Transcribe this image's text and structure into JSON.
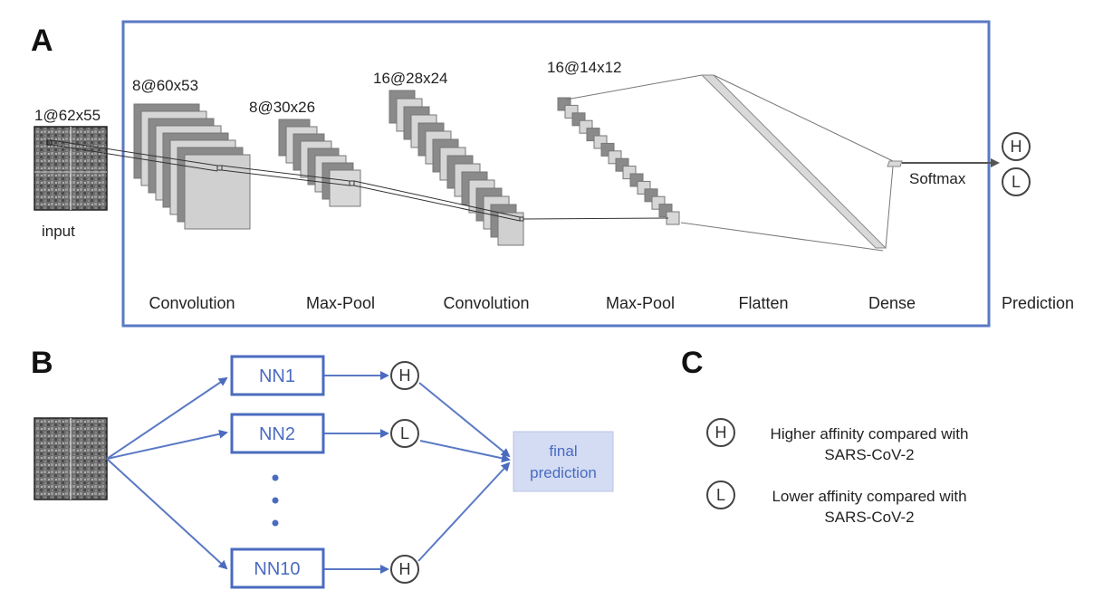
{
  "panels": {
    "a": "A",
    "b": "B",
    "c": "C"
  },
  "panel_a": {
    "input_size": "1@62x55",
    "input_label": "input",
    "layer_sizes": [
      "8@60x53",
      "8@30x26",
      "16@28x24",
      "16@14x12"
    ],
    "steps": [
      "Convolution",
      "Max-Pool",
      "Convolution",
      "Max-Pool",
      "Flatten",
      "Dense"
    ],
    "prediction_label": "Prediction",
    "softmax_label": "Softmax",
    "outputs": [
      "H",
      "L"
    ]
  },
  "panel_b": {
    "networks": [
      "NN1",
      "NN2",
      "NN10"
    ],
    "outputs": [
      "H",
      "L",
      "H"
    ],
    "final_label_line1": "final",
    "final_label_line2": "prediction"
  },
  "panel_c": {
    "entries": [
      {
        "symbol": "H",
        "line1": "Higher affinity compared with",
        "line2": "SARS-CoV-2"
      },
      {
        "symbol": "L",
        "line1": "Lower affinity compared with",
        "line2": "SARS-CoV-2"
      }
    ]
  },
  "colors": {
    "accent": "#4a6bbf",
    "box_fill": "#d3dcf3",
    "dark_gray": "#8a8a8a",
    "light_gray": "#d6d6d6"
  }
}
